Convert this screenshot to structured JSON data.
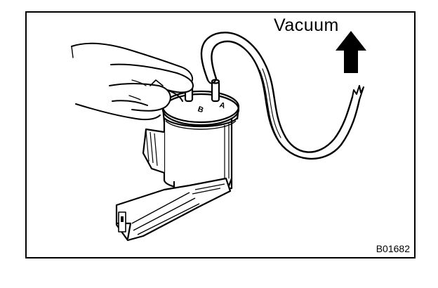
{
  "figure": {
    "vacuum_label": "Vacuum",
    "figure_code": "B01682",
    "port_labels": [
      "B",
      "A"
    ],
    "icons": [
      "hand-icon",
      "vacuum-hose-icon",
      "vsv-valve-icon",
      "up-arrow-icon"
    ],
    "colors": {
      "ink": "#000000",
      "paper": "#ffffff"
    }
  }
}
